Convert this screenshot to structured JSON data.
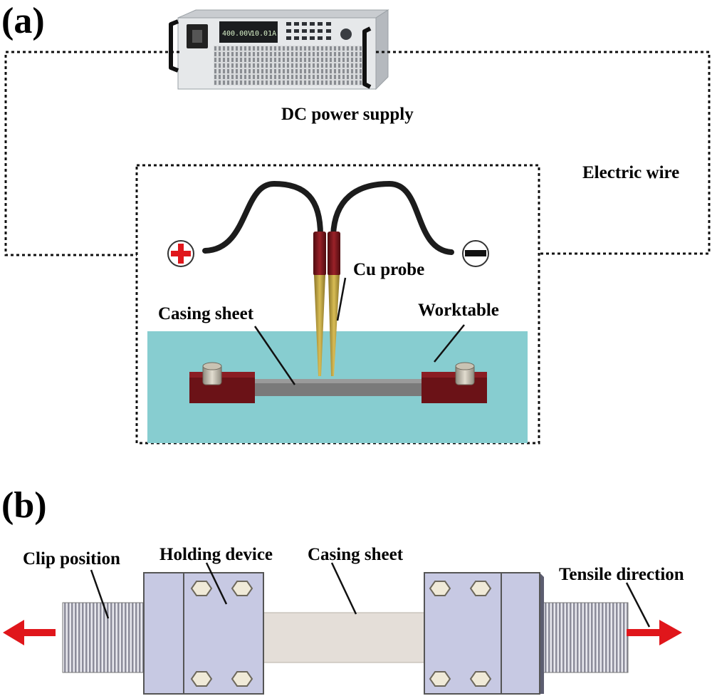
{
  "panel_a": {
    "label": "(a)",
    "power_supply": {
      "label": "DC power supply",
      "display_left": "400.00V",
      "display_right": "10.01A"
    },
    "electric_wire": "Electric wire",
    "plus_symbol": "+",
    "minus_symbol": "−",
    "cu_probe": "Cu probe",
    "casing_sheet": "Casing sheet",
    "worktable": "Worktable"
  },
  "panel_b": {
    "label": "(b)",
    "clip_position": "Clip position",
    "holding_device": "Holding device",
    "casing_sheet": "Casing sheet",
    "tensile_direction": "Tensile direction"
  },
  "colors": {
    "worktable": "#87cdd0",
    "clamp": "#6b1217",
    "probe_sleeve": "#7a151b",
    "probe_tip": "#b39a3a",
    "holder": "#c7c9e3",
    "sheet_b": "#e4ded8",
    "arrow": "#e0161b",
    "plus": "#e0161b"
  }
}
